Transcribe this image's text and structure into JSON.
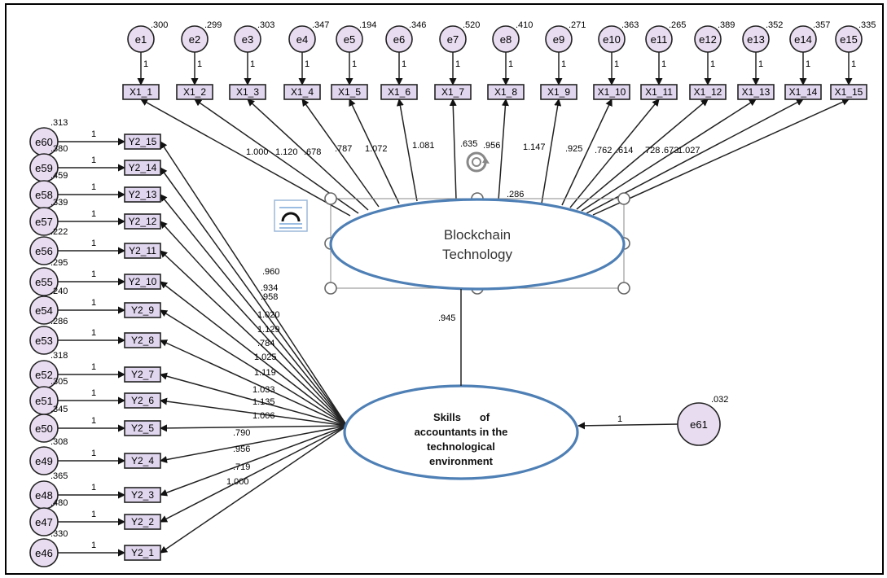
{
  "top_indicators": [
    {
      "error": "e1",
      "variance": ".300",
      "path_one": "1",
      "name": "X1_1",
      "loading": "1.000"
    },
    {
      "error": "e2",
      "variance": ".299",
      "path_one": "1",
      "name": "X1_2",
      "loading": "1.120"
    },
    {
      "error": "e3",
      "variance": ".303",
      "path_one": "1",
      "name": "X1_3",
      "loading": ".678"
    },
    {
      "error": "e4",
      "variance": ".347",
      "path_one": "1",
      "name": "X1_4",
      "loading": ".787"
    },
    {
      "error": "e5",
      "variance": ".194",
      "path_one": "1",
      "name": "X1_5",
      "loading": "1.072"
    },
    {
      "error": "e6",
      "variance": ".346",
      "path_one": "1",
      "name": "X1_6",
      "loading": "1.081"
    },
    {
      "error": "e7",
      "variance": ".520",
      "path_one": "1",
      "name": "X1_7",
      "loading": ".635"
    },
    {
      "error": "e8",
      "variance": ".410",
      "path_one": "1",
      "name": "X1_8",
      "loading": ".956"
    },
    {
      "error": "e9",
      "variance": ".271",
      "path_one": "1",
      "name": "X1_9",
      "loading": "1.147"
    },
    {
      "error": "e10",
      "variance": ".363",
      "path_one": "1",
      "name": "X1_10",
      "loading": ".925"
    },
    {
      "error": "e11",
      "variance": ".265",
      "path_one": "1",
      "name": "X1_11",
      "loading": ".762"
    },
    {
      "error": "e12",
      "variance": ".389",
      "path_one": "1",
      "name": "X1_12",
      "loading": ".614"
    },
    {
      "error": "e13",
      "variance": ".352",
      "path_one": "1",
      "name": "X1_13",
      "loading": ".728"
    },
    {
      "error": "e14",
      "variance": ".357",
      "path_one": "1",
      "name": "X1_14",
      "loading": ".673"
    },
    {
      "error": "e15",
      "variance": ".335",
      "path_one": "1",
      "name": "X1_15",
      "loading": "1.027"
    }
  ],
  "left_indicators": [
    {
      "error": "e60",
      "variance": ".313",
      "path_one": "1",
      "name": "Y2_15",
      "loading": ".960"
    },
    {
      "error": "e59",
      "variance": ".380",
      "path_one": "1",
      "name": "Y2_14",
      "loading": ".934"
    },
    {
      "error": "e58",
      "variance": ".459",
      "path_one": "1",
      "name": "Y2_13",
      "loading": ".958"
    },
    {
      "error": "e57",
      "variance": ".339",
      "path_one": "1",
      "name": "Y2_12",
      "loading": "1.020"
    },
    {
      "error": "e56",
      "variance": ".222",
      "path_one": "1",
      "name": "Y2_11",
      "loading": "1.129"
    },
    {
      "error": "e55",
      "variance": ".295",
      "path_one": "1",
      "name": "Y2_10",
      "loading": ".784"
    },
    {
      "error": "e54",
      "variance": ".240",
      "path_one": "1",
      "name": "Y2_9",
      "loading": "1.025"
    },
    {
      "error": "e53",
      "variance": ".286",
      "path_one": "1",
      "name": "Y2_8",
      "loading": "1.119"
    },
    {
      "error": "e52",
      "variance": ".318",
      "path_one": "1",
      "name": "Y2_7",
      "loading": "1.033"
    },
    {
      "error": "e51",
      "variance": ".305",
      "path_one": "1",
      "name": "Y2_6",
      "loading": "1.135"
    },
    {
      "error": "e50",
      "variance": ".345",
      "path_one": "1",
      "name": "Y2_5",
      "loading": "1.006"
    },
    {
      "error": "e49",
      "variance": ".308",
      "path_one": "1",
      "name": "Y2_4",
      "loading": ".790"
    },
    {
      "error": "e48",
      "variance": ".365",
      "path_one": "1",
      "name": "Y2_3",
      "loading": ".956"
    },
    {
      "error": "e47",
      "variance": ".480",
      "path_one": "1",
      "name": "Y2_2",
      "loading": ".719"
    },
    {
      "error": "e46",
      "variance": ".330",
      "path_one": "1",
      "name": "Y2_1",
      "loading": "1.000"
    }
  ],
  "latent_blockchain": {
    "line1": "Blockchain",
    "line2": "Technology",
    "variance": ".286"
  },
  "latent_skills": {
    "line1": "Skills",
    "line2": "of",
    "line3": "accountants in the",
    "line4": "technological",
    "line5": "environment"
  },
  "structural_path": {
    "coefficient": ".945"
  },
  "disturbance": {
    "name": "e61",
    "variance": ".032",
    "path_one": "1"
  },
  "icons": {
    "rotate": "rotate-icon",
    "toolbar": "align-icon"
  },
  "colors": {
    "latent_stroke": "#4e7fb5",
    "node_fill": "#e0d6ee"
  }
}
